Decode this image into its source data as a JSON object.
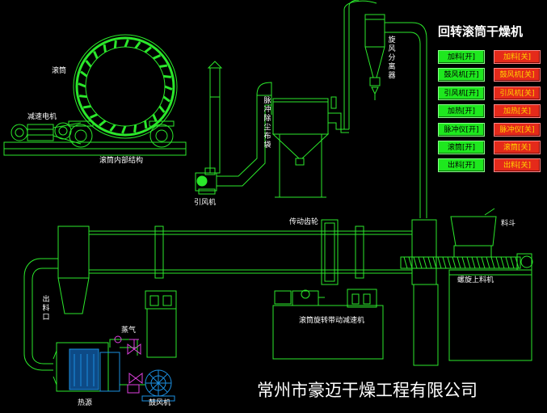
{
  "title": "回转滚筒干燥机",
  "company": "常州市豪迈干燥工程有限公司",
  "labels": {
    "drum": "滚筒",
    "reducer_motor": "减速电机",
    "drum_inner": "滚筒内部结构",
    "induced_fan": "引风机",
    "pulse_bag": "脉冲除尘布袋",
    "cyclone": "旋风分离器",
    "transmission_gear": "传动齿轮",
    "hopper": "料斗",
    "screw_feeder": "螺旋上料机",
    "discharge": "出料口",
    "steam": "蒸气",
    "heat_source": "热源",
    "blower": "鼓风机",
    "drum_drive": "滚筒旋转带动减速机"
  },
  "controls": [
    {
      "on": "加料[开]",
      "off": "加料[关]"
    },
    {
      "on": "鼓风机[开]",
      "off": "鼓风机[关]"
    },
    {
      "on": "引风机[开]",
      "off": "引风机[关]"
    },
    {
      "on": "加热[开]",
      "off": "加热[关]"
    },
    {
      "on": "脉冲仪[开]",
      "off": "脉冲仪[关]"
    },
    {
      "on": "滚筒[开]",
      "off": "滚筒[关]"
    },
    {
      "on": "出料[开]",
      "off": "出料[关]"
    }
  ],
  "colors": {
    "line": "#2be82b",
    "on": "#1ee81e",
    "off": "#e52a1a",
    "off_text": "#ffd400",
    "heat": "#1c8fe0",
    "steam": "#e040e0"
  }
}
